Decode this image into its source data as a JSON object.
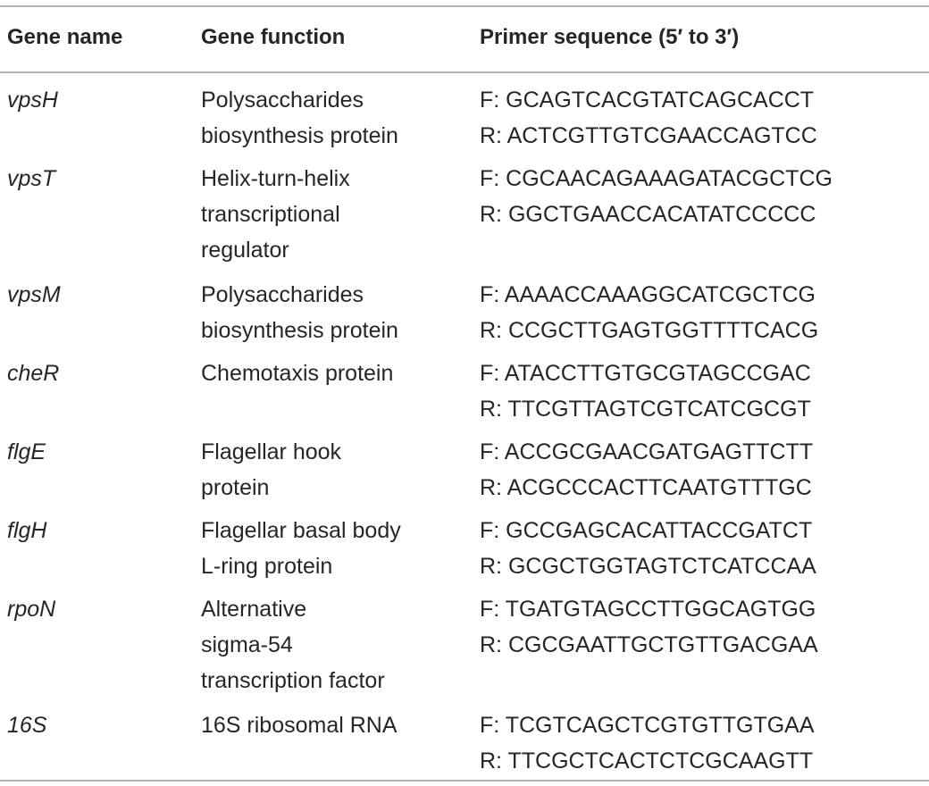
{
  "table": {
    "headers": [
      "Gene name",
      "Gene function",
      "Primer sequence (5′ to 3′)"
    ],
    "rows": [
      {
        "gene": "vpsH",
        "function": [
          "Polysaccharides",
          "biosynthesis protein"
        ],
        "primers": [
          "F: GCAGTCACGTATCAGCACCT",
          "R: ACTCGTTGTCGAACCAGTCC"
        ]
      },
      {
        "gene": "vpsT",
        "function": [
          "Helix-turn-helix",
          "transcriptional",
          "regulator"
        ],
        "primers": [
          "F: CGCAACAGAAAGATACGCTCG",
          "R: GGCTGAACCACATATCCCCC"
        ]
      },
      {
        "gene": "vpsM",
        "function": [
          "Polysaccharides",
          "biosynthesis protein"
        ],
        "primers": [
          "F: AAAACCAAAGGCATCGCTCG",
          "R: CCGCTTGAGTGGTTTTCACG"
        ]
      },
      {
        "gene": "cheR",
        "function": [
          "Chemotaxis protein"
        ],
        "primers": [
          "F: ATACCTTGTGCGTAGCCGAC",
          "R: TTCGTTAGTCGTCATCGCGT"
        ]
      },
      {
        "gene": "flgE",
        "function": [
          "Flagellar hook",
          "protein"
        ],
        "primers": [
          "F: ACCGCGAACGATGAGTTCTT",
          "R: ACGCCCACTTCAATGTTTGC"
        ]
      },
      {
        "gene": "flgH",
        "function": [
          "Flagellar basal body",
          "L-ring protein"
        ],
        "primers": [
          "F: GCCGAGCACATTACCGATCT",
          "R: GCGCTGGTAGTCTCATCCAA"
        ]
      },
      {
        "gene": "rpoN",
        "function": [
          "Alternative",
          "sigma-54",
          "transcription factor"
        ],
        "primers": [
          "F: TGATGTAGCCTTGGCAGTGG",
          "R: CGCGAATTGCTGTTGACGAA"
        ]
      },
      {
        "gene": "16S",
        "function": [
          "16S ribosomal RNA"
        ],
        "primers": [
          "F: TCGTCAGCTCGTGTTGTGAA",
          "R: TTCGCTCACTCTCGCAAGTT"
        ]
      }
    ]
  }
}
